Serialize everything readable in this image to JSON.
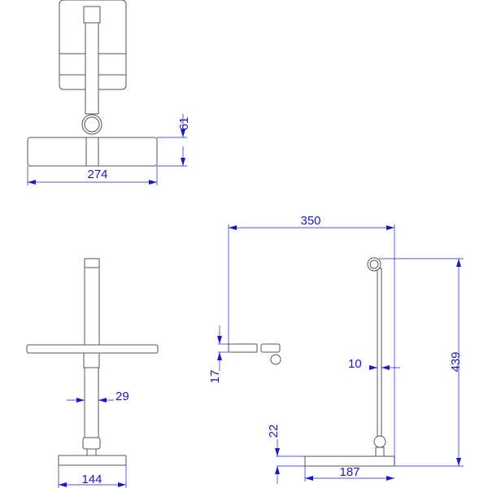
{
  "title": "Desk lamp dimension drawing",
  "colors": {
    "dimension": "#1a1acc",
    "outline": "#555555"
  },
  "views": {
    "top": {
      "width": "274",
      "height": "61"
    },
    "front": {
      "stem_width": "29",
      "base_width": "144"
    },
    "side": {
      "reach": "350",
      "height": "439",
      "head_thickness": "17",
      "pole_width": "10",
      "base_height": "22",
      "base_depth": "187"
    }
  }
}
